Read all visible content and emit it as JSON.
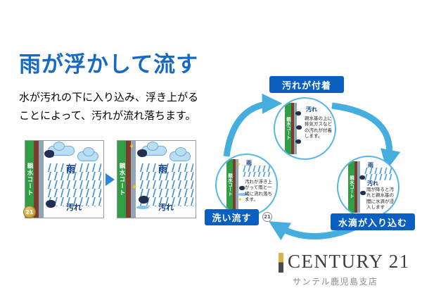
{
  "title": "雨が浮かして流す",
  "description": [
    "水が汚れの下に入り込み、浮き上がる",
    "ことによって、汚れが流れ落ちます。"
  ],
  "panel_before": {
    "coat_label": "親水コート",
    "rain_label": "雨",
    "dirt_label": "汚れ"
  },
  "panel_after": {
    "coat_label": "親水コート",
    "rain_label": "雨",
    "dirt_label": "汚れ"
  },
  "cycle": {
    "top_node": {
      "label": "汚れが付着",
      "dirt": "汚れ",
      "coat": "親水コート",
      "caption": "親水基の上に排気ガスなどの汚れが付着します。"
    },
    "right_node": {
      "label": "水滴が入り込む",
      "rain": "雨",
      "dirt": "汚れ",
      "coat": "親水コート",
      "caption": "雨が降ると汚れと親水基の間に水滴が浸入します"
    },
    "left_node": {
      "label": "洗い流す",
      "rain": "雨",
      "coat": "親水コート",
      "caption": "汚れが浮き上がって雨と一緒に流れ落ちます。"
    }
  },
  "badges": {
    "panel_gold": "21",
    "cycle_small": "21"
  },
  "icons": {
    "sparkle": "✦"
  },
  "footer": {
    "brand": "CENTURY 21",
    "branch": "サンテル鹿児島支店"
  },
  "colors": {
    "heading_blue": "#1569c7",
    "label_blue": "#0a5fc0",
    "arrow_blue": "#45aede",
    "coat_green": "#2f9e44",
    "rain_blue": "#2f85d6",
    "gold": "#c9a23a"
  }
}
